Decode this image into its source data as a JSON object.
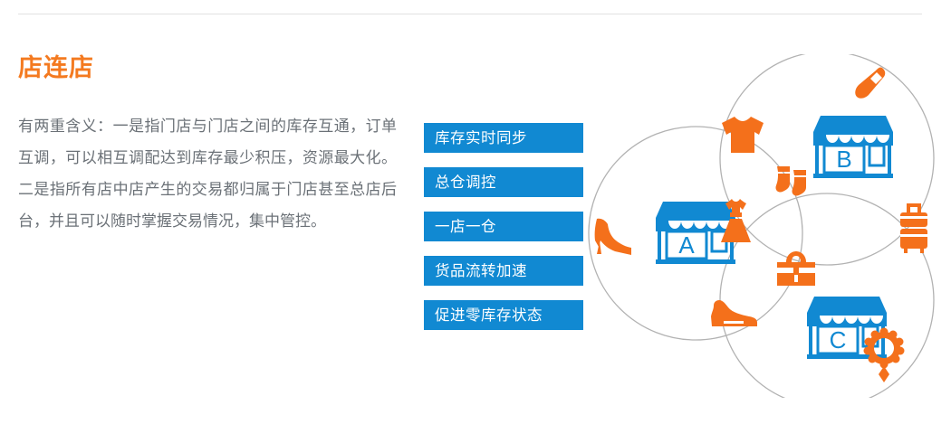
{
  "page": {
    "background_color": "#ffffff",
    "divider_color": "#e2e2e2"
  },
  "section": {
    "title": "店连店",
    "title_color": "#f47a20",
    "body": "有两重含义：一是指门店与门店之间的库存互通，订单互调，可以相互调配达到库存最少积压，资源最大化。二是指所有店中店产生的交易都归属于门店甚至总店后台，并且可以随时掌握交易情况，集中管控。",
    "body_color": "#6b7177"
  },
  "tags": {
    "accent_color": "#1189d2",
    "text_color": "#ffffff",
    "items": [
      {
        "label": "库存实时同步"
      },
      {
        "label": "总仓调控"
      },
      {
        "label": "一店一仓"
      },
      {
        "label": "货品流转加速"
      },
      {
        "label": "促进零库存状态"
      }
    ]
  },
  "diagram": {
    "circle_stroke_color": "#b2b2b2",
    "store_color": "#1189d2",
    "product_color": "#f4701b",
    "stores": [
      {
        "id": "store-a",
        "label": "A"
      },
      {
        "id": "store-b",
        "label": "B"
      },
      {
        "id": "store-c",
        "label": "C"
      }
    ],
    "products": [
      {
        "id": "high-heel-icon",
        "name": "high-heel"
      },
      {
        "id": "tshirt-icon",
        "name": "tshirt"
      },
      {
        "id": "socks-icon",
        "name": "socks"
      },
      {
        "id": "dress-icon",
        "name": "dress"
      },
      {
        "id": "handbag-icon",
        "name": "handbag"
      },
      {
        "id": "sneaker-icon",
        "name": "sneaker"
      },
      {
        "id": "lipstick-icon",
        "name": "lipstick"
      },
      {
        "id": "suitcase-icon",
        "name": "suitcase"
      },
      {
        "id": "necklace-icon",
        "name": "necklace"
      }
    ]
  }
}
